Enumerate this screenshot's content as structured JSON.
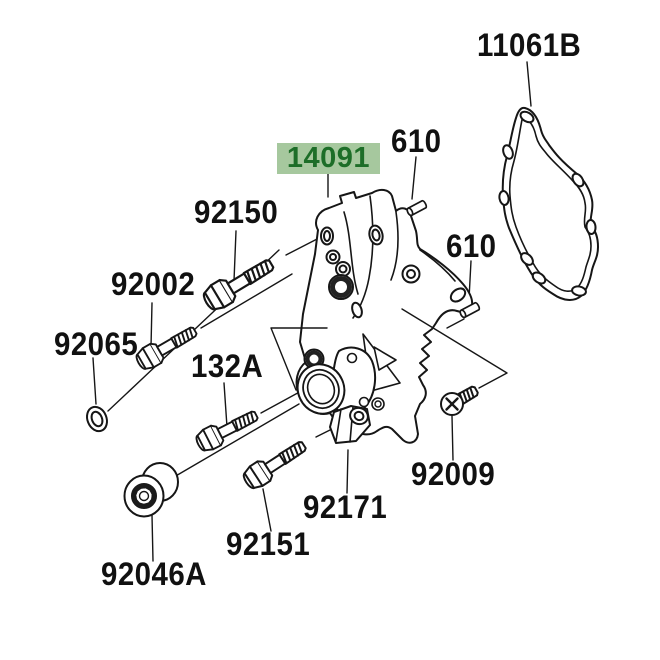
{
  "page": {
    "background": "#ffffff",
    "line_color": "#161616"
  },
  "highlight": {
    "background": "#a6c89e",
    "text_color": "#1d6e28",
    "highlighted_part": "14091"
  },
  "labels": {
    "gasket": "11061B",
    "dowel_pin_top": "610",
    "cover": "14091",
    "bolt_92150": "92150",
    "dowel_pin_mid": "610",
    "bolt_92002": "92002",
    "washer_92065": "92065",
    "bolt_132a": "132A",
    "screw_92009": "92009",
    "fitting_92171": "92171",
    "bolt_92151": "92151",
    "bearing_92046a": "92046A"
  }
}
